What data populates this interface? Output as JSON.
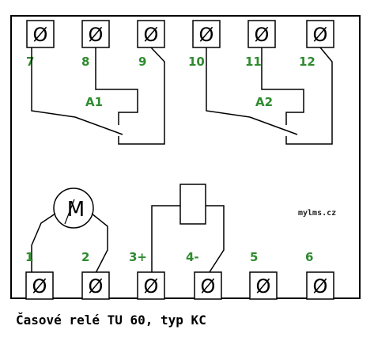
{
  "terminal_symbol": "Ø",
  "top_terminals": [
    "7",
    "8",
    "9",
    "10",
    "11",
    "12"
  ],
  "bottom_terminals": [
    "1",
    "2",
    "3+",
    "4-",
    "5",
    "6"
  ],
  "contact_labels": [
    "A1",
    "A2"
  ],
  "motor_label": "M",
  "watermark": "mylms.cz",
  "caption": "Časové relé TU 60, typ KC",
  "colors": {
    "label_green": "#2e8b2e",
    "line": "#000000"
  }
}
